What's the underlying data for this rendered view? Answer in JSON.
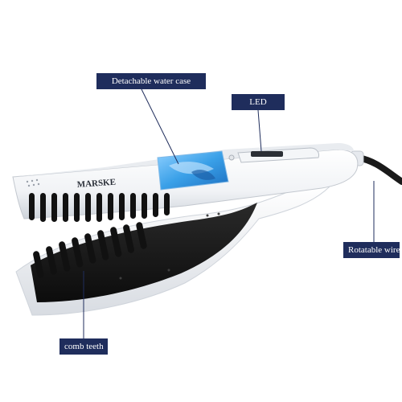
{
  "callouts": {
    "water_case": "Detachable water case",
    "led": "LED",
    "wire": "Rotatable wire",
    "comb": "comb teeth"
  },
  "brand": "MARSKE",
  "colors": {
    "callout_bg": "#1f2d5c",
    "leader_line": "#1f2d5c",
    "body_white": "#f7f8fa",
    "comb_black": "#141414",
    "water_blue": "#3aa0e8"
  }
}
